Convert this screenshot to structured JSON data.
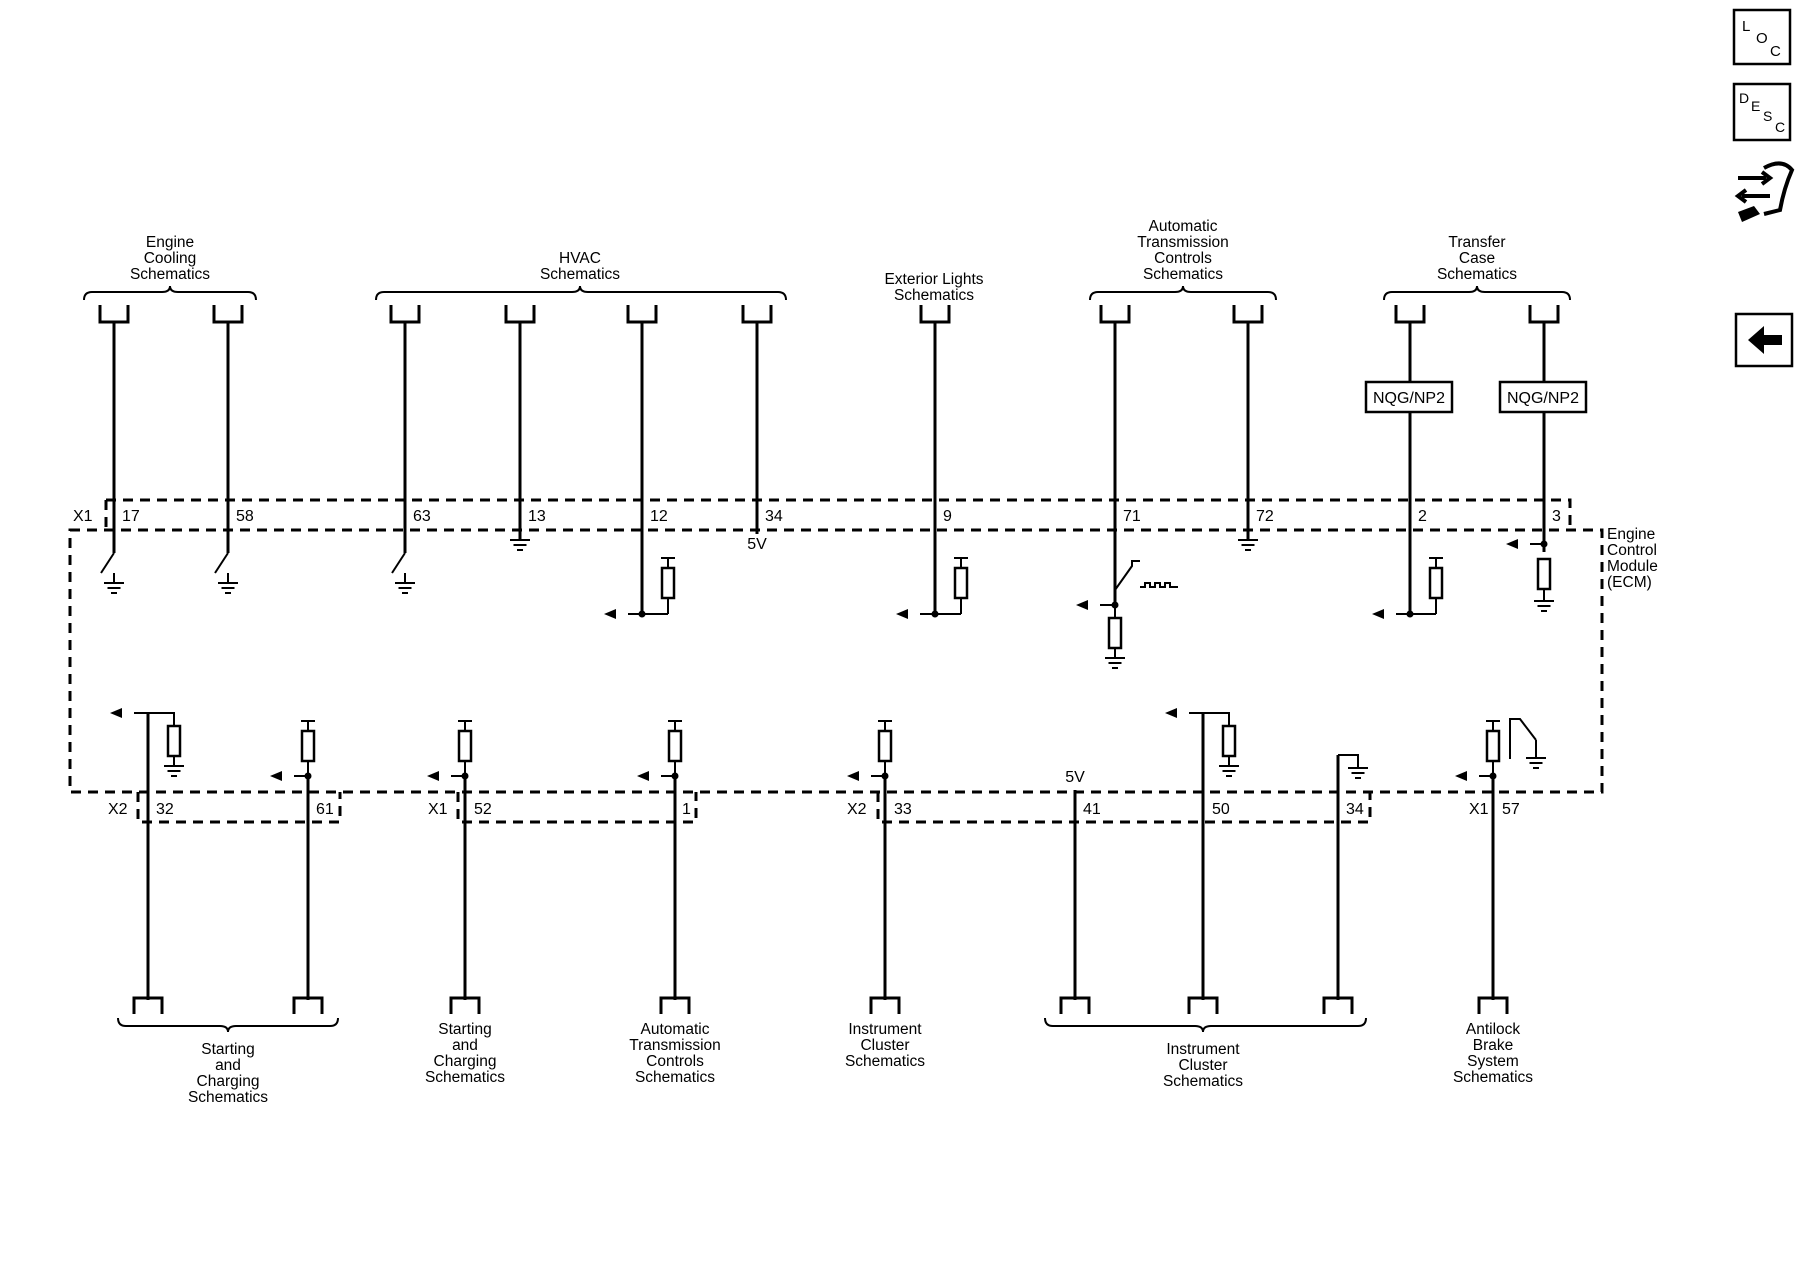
{
  "title": "",
  "nav": {
    "loc": {
      "l": "L",
      "o": "O",
      "c": "C"
    },
    "desc": {
      "d": "D",
      "e": "E",
      "s": "S",
      "c": "C"
    },
    "connector_icon": "connector-wrench-icon",
    "back_icon": "back-arrow-icon"
  },
  "module": {
    "name": [
      "Engine",
      "Control",
      "Module",
      "(ECM)"
    ]
  },
  "connectors": {
    "x1_top": "X1",
    "x2_bottom_left": "X2",
    "x1_bottom_mid": "X1",
    "x2_bottom_right": "X2",
    "x1_bottom_right": "X1"
  },
  "voltages": {
    "top": "5V",
    "bottom": "5V"
  },
  "option_codes": [
    "NQG/NP2",
    "NQG/NP2"
  ],
  "top_pins": [
    "17",
    "58",
    "63",
    "13",
    "12",
    "34",
    "9",
    "71",
    "72",
    "2",
    "3"
  ],
  "bottom_pins": [
    "32",
    "61",
    "52",
    "1",
    "33",
    "41",
    "50",
    "34",
    "57"
  ],
  "top_groups": [
    {
      "lines": [
        "Engine",
        "Cooling",
        "Schematics"
      ]
    },
    {
      "lines": [
        "HVAC",
        "Schematics"
      ]
    },
    {
      "lines": [
        "Exterior Lights",
        "Schematics"
      ]
    },
    {
      "lines": [
        "Automatic",
        "Transmission",
        "Controls",
        "Schematics"
      ]
    },
    {
      "lines": [
        "Transfer",
        "Case",
        "Schematics"
      ]
    }
  ],
  "bottom_groups": [
    {
      "lines": [
        "Starting",
        "and",
        "Charging",
        "Schematics"
      ]
    },
    {
      "lines": [
        "Starting",
        "and",
        "Charging",
        "Schematics"
      ]
    },
    {
      "lines": [
        "Automatic",
        "Transmission",
        "Controls",
        "Schematics"
      ]
    },
    {
      "lines": [
        "Instrument",
        "Cluster",
        "Schematics"
      ]
    },
    {
      "lines": [
        "Instrument",
        "Cluster",
        "Schematics"
      ]
    },
    {
      "lines": [
        "Antilock",
        "Brake",
        "System",
        "Schematics"
      ]
    }
  ]
}
